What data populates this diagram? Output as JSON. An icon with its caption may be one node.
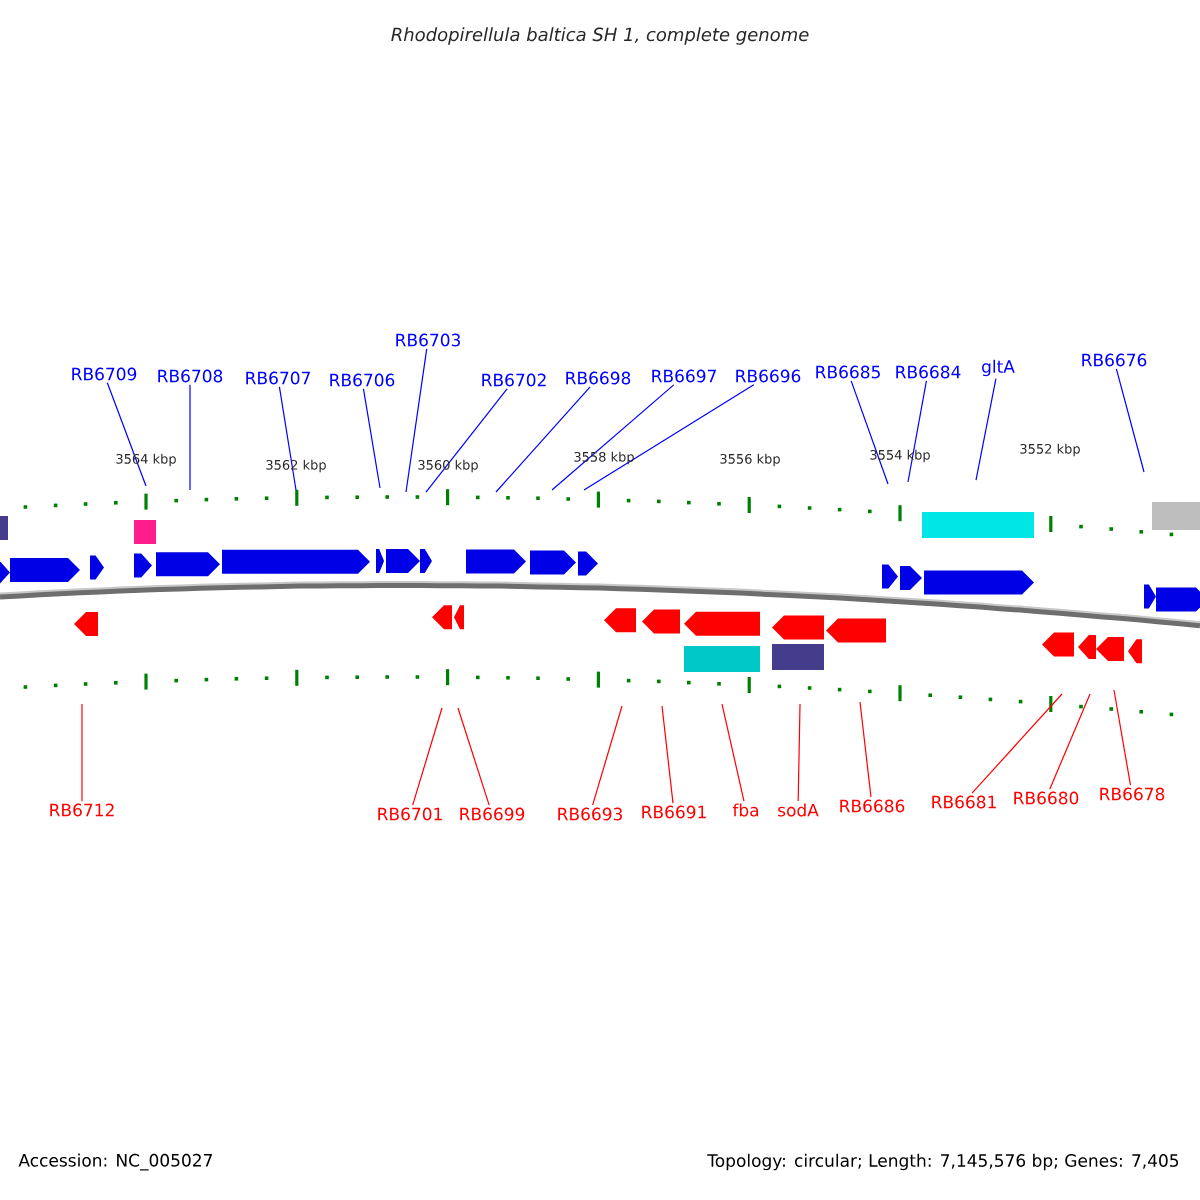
{
  "diagram": {
    "title": "Rhodopirellula baltica SH 1, complete genome",
    "nodes": [
      {
        "text": [
          "RB6709"
        ]
      },
      {
        "text": [
          "RB6708"
        ]
      },
      {
        "text": [
          "RB6707"
        ]
      },
      {
        "text": [
          "RB6706"
        ]
      },
      {
        "text": [
          "RB6703"
        ]
      },
      {
        "text": [
          "RB6702"
        ]
      },
      {
        "text": [
          "RB6698"
        ]
      },
      {
        "text": [
          "RB6697"
        ]
      },
      {
        "text": [
          "RB6696"
        ]
      },
      {
        "text": [
          "RB6685"
        ]
      },
      {
        "text": [
          "RB6684"
        ]
      },
      {
        "text": [
          "gltA"
        ]
      },
      {
        "text": [
          "RB6676"
        ]
      },
      {
        "text": [
          "RB6712"
        ]
      },
      {
        "text": [
          "RB6701"
        ]
      },
      {
        "text": [
          "RB6699"
        ]
      },
      {
        "text": [
          "RB6693"
        ]
      },
      {
        "text": [
          "RB6691"
        ]
      },
      {
        "text": [
          "fba"
        ]
      },
      {
        "text": [
          "sodA"
        ]
      },
      {
        "text": [
          "RB6686"
        ]
      },
      {
        "text": [
          "RB6681"
        ]
      },
      {
        "text": [
          "RB6680"
        ]
      },
      {
        "text": [
          "RB6678"
        ]
      }
    ],
    "edges": [
      {
        "from": 0,
        "to": null,
        "arrow": "none"
      },
      {
        "from": 1,
        "to": null,
        "arrow": "none"
      },
      {
        "from": 2,
        "to": null,
        "arrow": "none"
      },
      {
        "from": 3,
        "to": null,
        "arrow": "none"
      },
      {
        "from": 4,
        "to": null,
        "arrow": "none"
      },
      {
        "from": 5,
        "to": null,
        "arrow": "none"
      },
      {
        "from": 6,
        "to": null,
        "arrow": "none"
      },
      {
        "from": 7,
        "to": null,
        "arrow": "none"
      },
      {
        "from": 8,
        "to": null,
        "arrow": "none"
      },
      {
        "from": 9,
        "to": null,
        "arrow": "none"
      },
      {
        "from": 10,
        "to": null,
        "arrow": "none"
      },
      {
        "from": 11,
        "to": null,
        "arrow": "none"
      },
      {
        "from": 12,
        "to": null,
        "arrow": "none"
      },
      {
        "from": 13,
        "to": null,
        "arrow": "none",
        "color": "#ff0000"
      },
      {
        "from": 14,
        "to": null,
        "arrow": "none",
        "color": "#ff0000"
      },
      {
        "from": 15,
        "to": null,
        "arrow": "none",
        "color": "#ff0000"
      },
      {
        "from": 16,
        "to": null,
        "arrow": "none",
        "color": "#ff0000"
      },
      {
        "from": 17,
        "to": null,
        "arrow": "none",
        "color": "#ff0000"
      },
      {
        "from": 18,
        "to": null,
        "arrow": "none",
        "color": "#ff0000"
      },
      {
        "from": 19,
        "to": null,
        "arrow": "none",
        "color": "#ff0000"
      },
      {
        "from": 20,
        "to": null,
        "arrow": "none",
        "color": "#ff0000"
      },
      {
        "from": 21,
        "to": null,
        "arrow": "none",
        "color": "#ff0000"
      },
      {
        "from": 22,
        "to": null,
        "arrow": "none",
        "color": "#ff0000"
      },
      {
        "from": 23,
        "to": null,
        "arrow": "none",
        "color": "#ff0000"
      }
    ],
    "labels": [
      "3564 kbp",
      "3562 kbp",
      "3560 kbp",
      "3558 kbp",
      "3556 kbp",
      "3554 kbp",
      "3552 kbp",
      "Accession: NC_005027",
      "Topology: circular; Length: 7,145,576 bp; Genes: 7,405"
    ]
  }
}
